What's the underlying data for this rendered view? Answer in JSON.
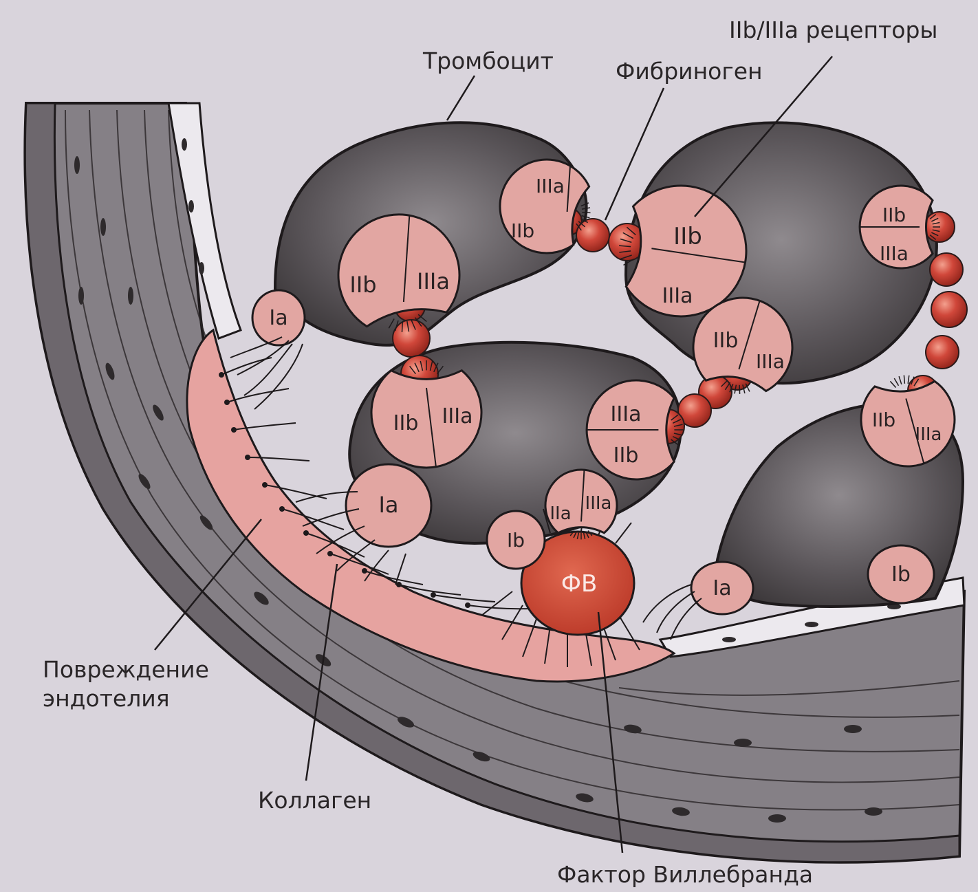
{
  "callouts": {
    "platelet": "Тромбоцит",
    "fibrinogen": "Фибриноген",
    "receptors": "IIb/IIIa рецепторы",
    "endothelium_line1": "Повреждение",
    "endothelium_line2": "эндотелия",
    "collagen": "Коллаген",
    "vwf": "Фактор Виллебранда"
  },
  "receptor_labels": {
    "ia": "Ia",
    "ib": "Ib",
    "iia": "IIa",
    "iib": "IIb",
    "iiia": "IIIa"
  },
  "vwf_short": "ФВ",
  "colors": {
    "background": "#d9d4dc",
    "platelet": "#4a4548",
    "receptor": "#e2a6a2",
    "fibrinogen_bead": "#c8412e",
    "vwf": "#cf4a36",
    "injury": "#e6a3a0",
    "vessel_wall": "#807a80",
    "outline": "#1e1a1c"
  }
}
